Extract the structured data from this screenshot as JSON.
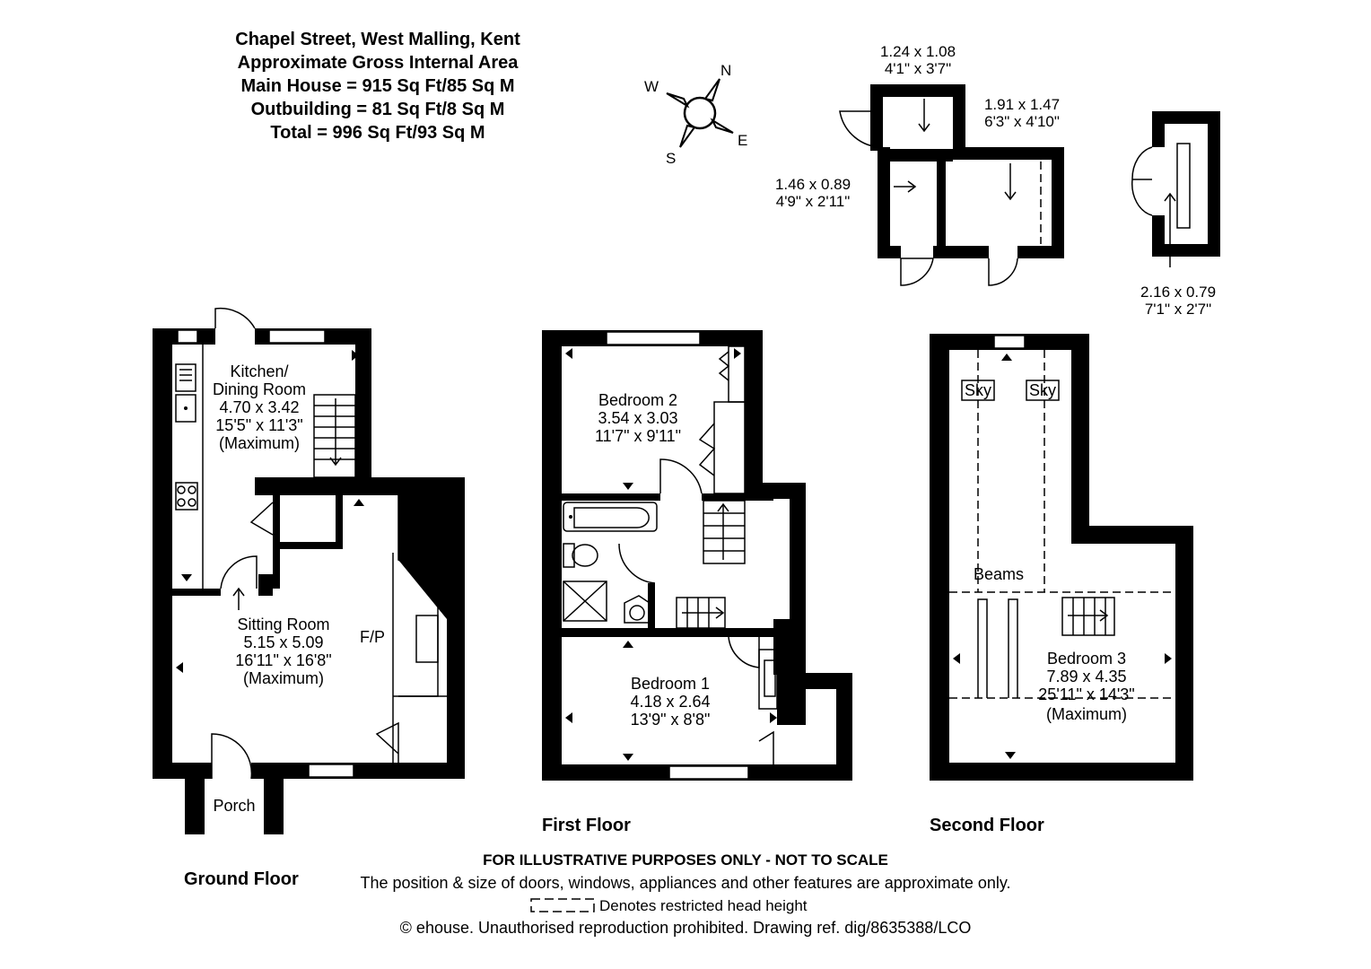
{
  "header": {
    "lines": [
      "Chapel Street, West Malling, Kent",
      "Approximate Gross Internal Area",
      "Main House = 915 Sq Ft/85 Sq M",
      "Outbuilding = 81 Sq Ft/8 Sq M",
      "Total = 996 Sq Ft/93 Sq M"
    ]
  },
  "compass": {
    "n": "N",
    "e": "E",
    "s": "S",
    "w": "W"
  },
  "ground_floor": {
    "label": "Ground Floor",
    "kitchen": {
      "name_1": "Kitchen/",
      "name_2": "Dining Room",
      "metric": "4.70 x 3.42",
      "imperial": "15'5\" x 11'3\"",
      "note": "(Maximum)"
    },
    "sitting": {
      "name": "Sitting Room",
      "metric": "5.15 x 5.09",
      "imperial": "16'11\" x 16'8\"",
      "note": "(Maximum)"
    },
    "fireplace": "F/P",
    "porch": "Porch"
  },
  "first_floor": {
    "label": "First Floor",
    "bedroom2": {
      "name": "Bedroom 2",
      "metric": "3.54 x 3.03",
      "imperial": "11'7\" x 9'11\""
    },
    "bedroom1": {
      "name": "Bedroom 1",
      "metric": "4.18 x 2.64",
      "imperial": "13'9\" x 8'8\""
    }
  },
  "second_floor": {
    "label": "Second Floor",
    "sky_1": "Sky",
    "sky_2": "Sky",
    "beams": "Beams",
    "bedroom3": {
      "name": "Bedroom 3",
      "metric": "7.89 x 4.35",
      "imperial": "25'11\" x 14'3\"",
      "note": "(Maximum)"
    }
  },
  "outbuilding": {
    "store_a": {
      "metric": "1.24 x 1.08",
      "imperial": "4'1\" x 3'7\""
    },
    "store_b": {
      "metric": "1.91 x 1.47",
      "imperial": "6'3\" x 4'10\""
    },
    "store_c": {
      "metric": "1.46 x 0.89",
      "imperial": "4'9\" x 2'11\""
    },
    "store_d": {
      "metric": "2.16 x 0.79",
      "imperial": "7'1\" x 2'7\""
    }
  },
  "footer": {
    "disclaimer": "FOR ILLUSTRATIVE PURPOSES ONLY - NOT TO SCALE",
    "position_note": "The position & size of doors, windows, appliances and other features are approximate only.",
    "legend_text": "Denotes restricted head height",
    "copyright": "© ehouse. Unauthorised reproduction prohibited. Drawing ref. dig/8635388/LCO"
  }
}
